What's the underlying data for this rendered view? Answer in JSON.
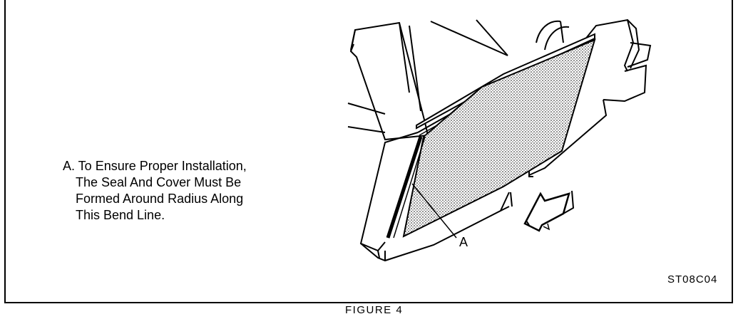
{
  "caption": {
    "lines": [
      "A. To Ensure Proper Installation,",
      "The Seal And Cover Must Be",
      "Formed Around Radius Along",
      "This Bend Line."
    ]
  },
  "callout_label": "A",
  "figure_code": "ST08C04",
  "figure_title": "FIGURE 4",
  "icons": {
    "arrow": "direction-arrow-icon"
  }
}
